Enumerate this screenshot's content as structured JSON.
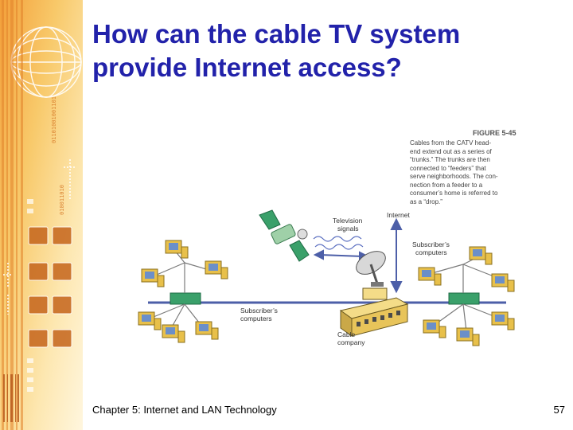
{
  "slide": {
    "title_line1": "How can the cable TV system",
    "title_line2": "provide Internet access?"
  },
  "figure": {
    "number": "FIGURE 5-45",
    "caption_lines": [
      "Cables from the CATV head-",
      "end extend out as a series of",
      "“trunks.” The trunks are then",
      "connected to “feeders” that",
      "serve neighborhoods. The con-",
      "nection from a feeder to a",
      "consumer’s home is referred to",
      "as a “drop.”"
    ],
    "labels": {
      "television_signals_1": "Television",
      "television_signals_2": "signals",
      "internet": "Internet",
      "subscribers_right_1": "Subscriber’s",
      "subscribers_right_2": "computers",
      "subscribers_left_1": "Subscriber’s",
      "subscribers_left_2": "computers",
      "cable_company_1": "Cable",
      "cable_company_2": "company"
    }
  },
  "footer": {
    "chapter": "Chapter 5: Internet and LAN Technology",
    "page_number": "57"
  },
  "colors": {
    "title": "#2222aa",
    "sidebar_orange": "#f2a23a",
    "sidebar_yellow": "#fbe9a8",
    "cable_line": "#4d5fa8",
    "computer_yellow": "#e8c04a",
    "hub_green": "#3aa06a"
  }
}
